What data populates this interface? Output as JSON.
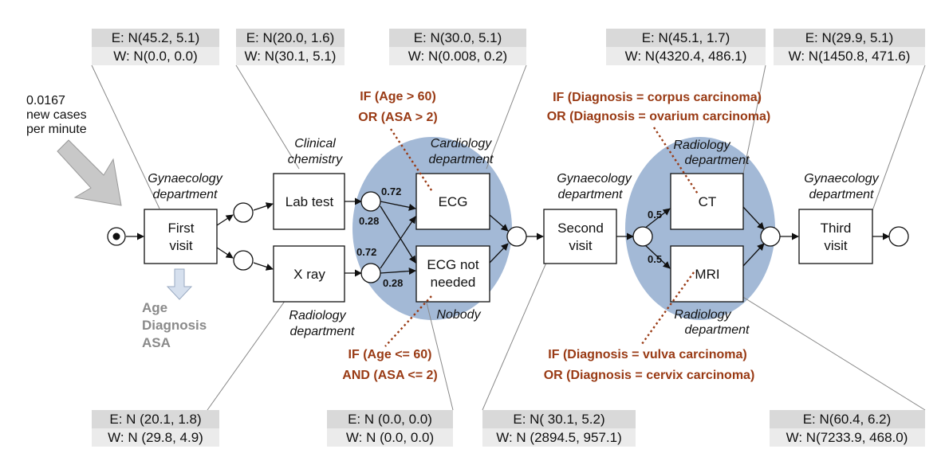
{
  "arrival": {
    "line1": "0.0167",
    "line2": "new cases",
    "line3": "per minute"
  },
  "attributes": [
    "Age",
    "Diagnosis",
    "ASA"
  ],
  "activities": {
    "first_visit": [
      "First",
      "visit"
    ],
    "lab_test": [
      "Lab test"
    ],
    "x_ray": [
      "X ray"
    ],
    "ecg": [
      "ECG"
    ],
    "ecg_not_needed": [
      "ECG not",
      "needed"
    ],
    "second_visit": [
      "Second",
      "visit"
    ],
    "ct": [
      "CT"
    ],
    "mri": [
      "MRI"
    ],
    "third_visit": [
      "Third",
      "visit"
    ]
  },
  "departments": {
    "gyn1": [
      "Gynaecology",
      "department"
    ],
    "clinical": [
      "Clinical",
      "chemistry"
    ],
    "radiology1": [
      "Radiology",
      "department"
    ],
    "cardiology": [
      "Cardiology",
      "department"
    ],
    "nobody": [
      "Nobody"
    ],
    "gyn2": [
      "Gynaecology",
      "department"
    ],
    "radiology2_top": [
      "Radiology",
      "department"
    ],
    "radiology2_bottom": [
      "Radiology",
      "department"
    ],
    "gyn3": [
      "Gynaecology",
      "department"
    ]
  },
  "probabilities": {
    "lab_to_ecg": "0.72",
    "lab_to_not": "0.28",
    "xray_to_ecg": "0.72",
    "xray_to_not": "0.28",
    "to_ct": "0.5",
    "to_mri": "0.5"
  },
  "conditions": {
    "ecg": [
      "IF (Age > 60)",
      "OR (ASA > 2)"
    ],
    "ecg_not": [
      "IF (Age <= 60)",
      "AND (ASA <= 2)"
    ],
    "ct": [
      "IF (Diagnosis = corpus carcinoma)",
      "OR (Diagnosis = ovarium carcinoma)"
    ],
    "mri": [
      "IF (Diagnosis = vulva carcinoma)",
      "OR (Diagnosis = cervix carcinoma)"
    ]
  },
  "stats": {
    "first_visit": {
      "e": "E: N(45.2, 5.1)",
      "w": "W: N(0.0, 0.0)"
    },
    "lab_test": {
      "e": "E: N(20.0, 1.6)",
      "w": "W: N(30.1, 5.1)"
    },
    "ecg": {
      "e": "E: N(30.0, 5.1)",
      "w": "W: N(0.008, 0.2)"
    },
    "ct": {
      "e": "E: N(45.1, 1.7)",
      "w": "W: N(4320.4, 486.1)"
    },
    "third_visit": {
      "e": "E: N(29.9, 5.1)",
      "w": "W: N(1450.8, 471.6)"
    },
    "x_ray": {
      "e": "E: N (20.1, 1.8)",
      "w": "W: N (29.8, 4.9)"
    },
    "ecg_not_needed": {
      "e": "E: N (0.0, 0.0)",
      "w": "W: N (0.0, 0.0)"
    },
    "second_visit": {
      "e": "E: N( 30.1, 5.2)",
      "w": "W: N (2894.5, 957.1)"
    },
    "mri": {
      "e": "E: N(60.4, 6.2)",
      "w": "W: N(7233.9, 468.0)"
    }
  },
  "colors": {
    "ellipse": "#a3b9d6",
    "condition": "#993a14",
    "stat_e_bg": "#d9d9d9",
    "stat_w_bg": "#ebebeb",
    "arrival_arrow": "#c8c8c8",
    "attr_arrow": "#d6e0ee"
  }
}
